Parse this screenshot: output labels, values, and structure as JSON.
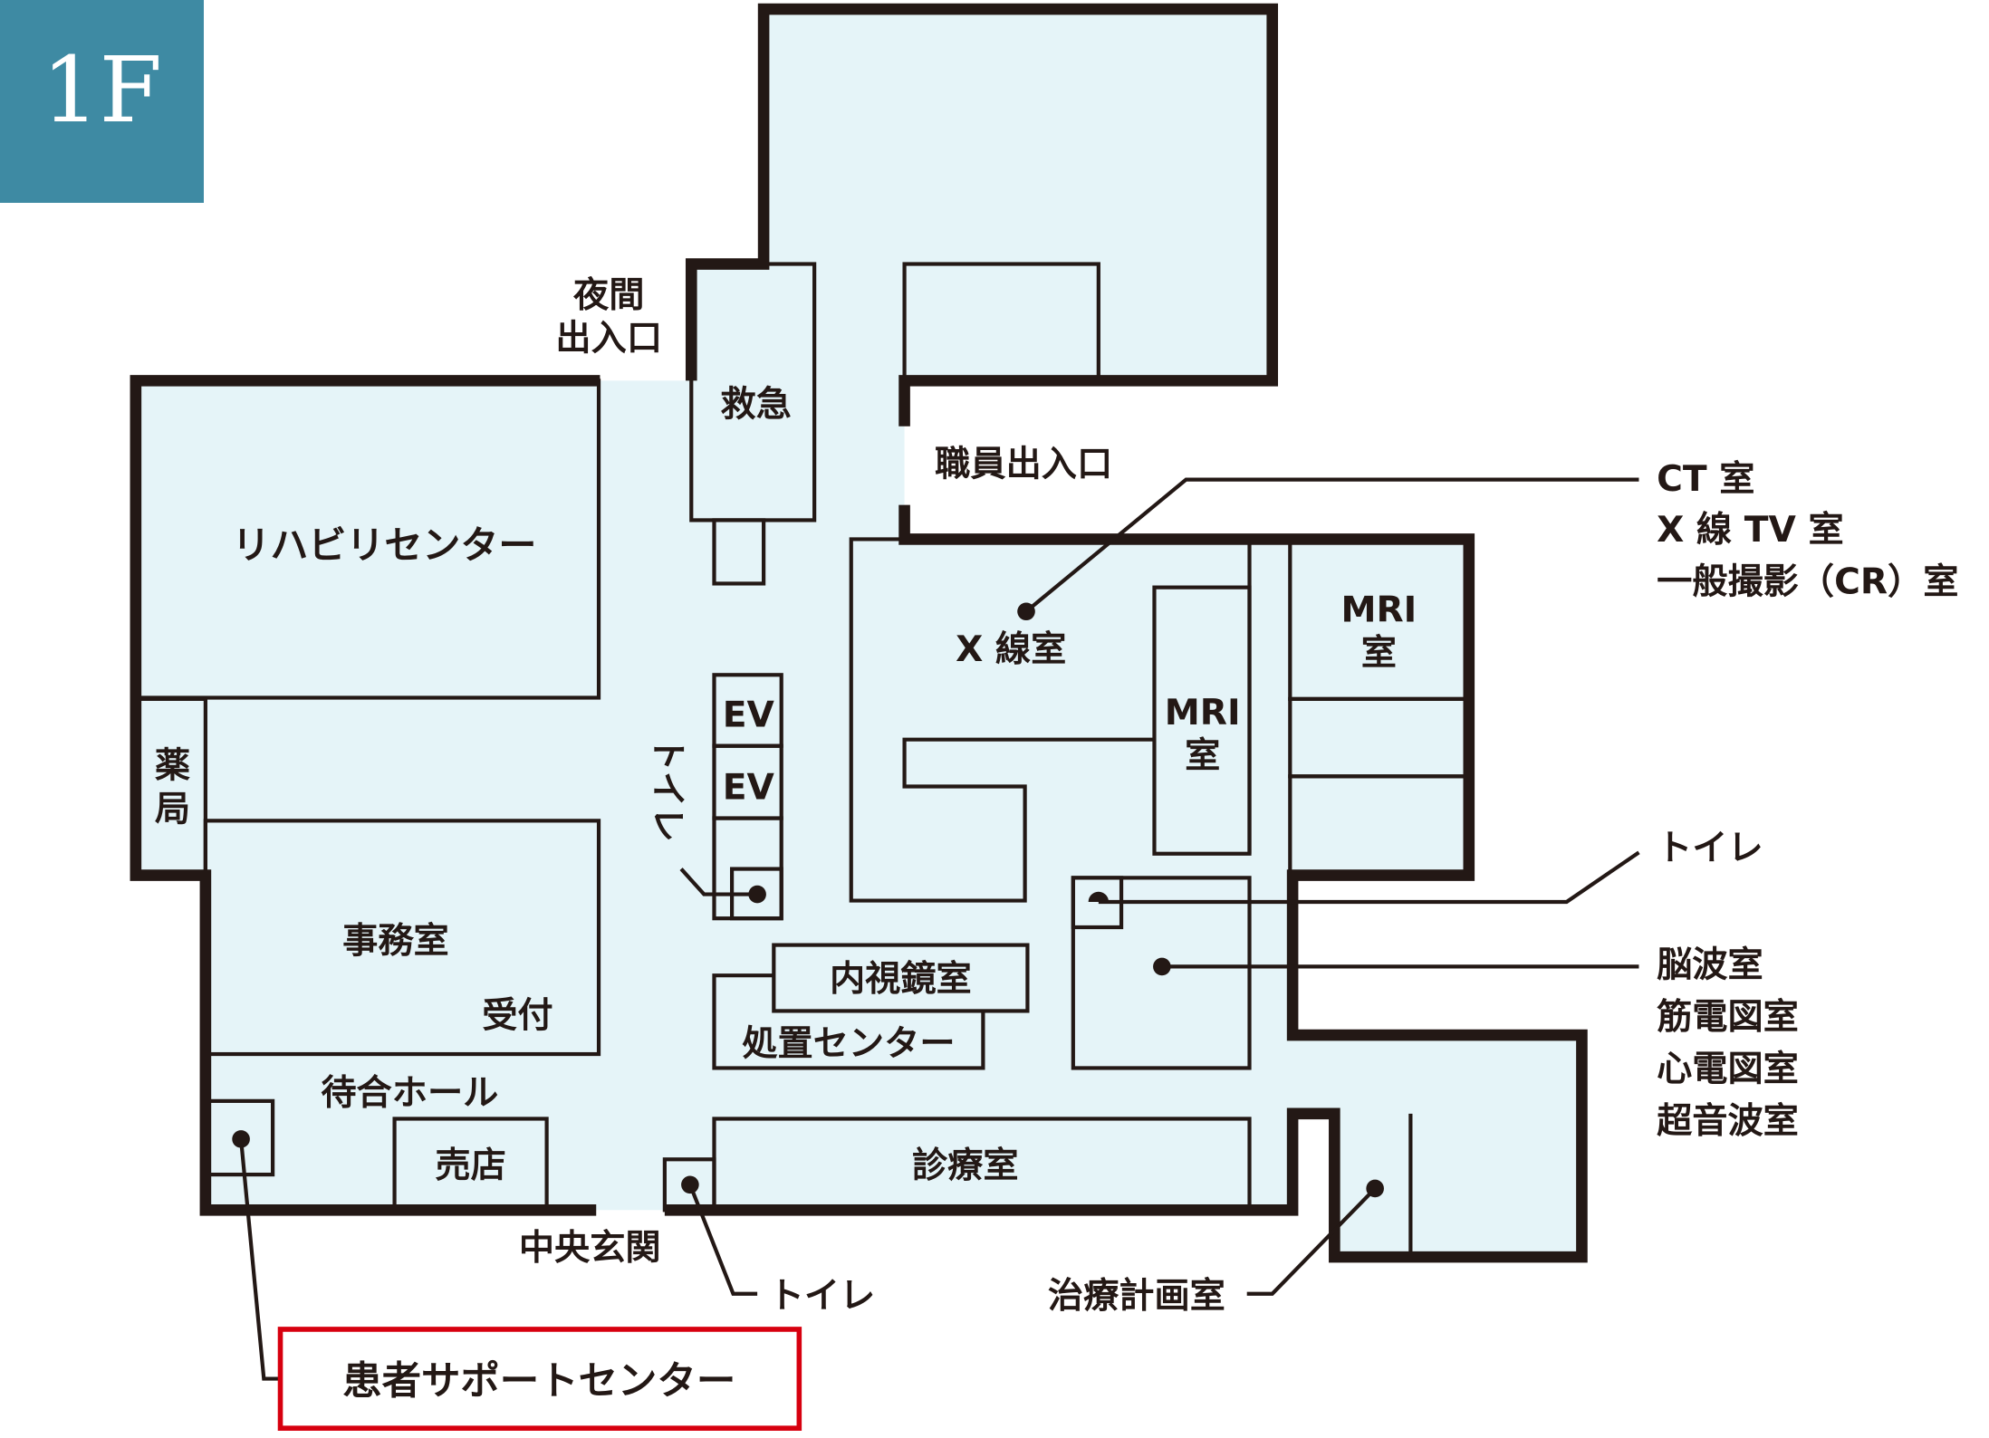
{
  "floor": "1F",
  "colors": {
    "badge": "#3e8aa3",
    "room_fill": "#e5f4f8",
    "wall": "#231815",
    "highlight": "#d7000f"
  },
  "rooms": {
    "night_entrance_1": "夜間",
    "night_entrance_2": "出入口",
    "emergency": "救急",
    "staff_entrance": "職員出入口",
    "rehab_center": "リハビリセンター",
    "pharmacy_1": "薬",
    "pharmacy_2": "局",
    "office": "事務室",
    "reception": "受付",
    "waiting_hall": "待合ホール",
    "shop": "売店",
    "main_entrance": "中央玄関",
    "elevator_1": "EV",
    "elevator_2": "EV",
    "toilet_vertical": "トイレ",
    "xray_room": "X 線室",
    "mri_room_1_l1": "MRI",
    "mri_room_1_l2": "室",
    "mri_room_2_l1": "MRI",
    "mri_room_2_l2": "室",
    "endoscopy": "内視鏡室",
    "treatment_center": "処置センター",
    "consultation": "診療室"
  },
  "callouts": {
    "imaging_1": "CT 室",
    "imaging_2": "X 線 TV 室",
    "imaging_3": "一般撮影（CR）室",
    "toilet_right": "トイレ",
    "physio_1": "脳波室",
    "physio_2": "筋電図室",
    "physio_3": "心電図室",
    "physio_4": "超音波室",
    "toilet_bottom": "トイレ",
    "treatment_planning": "治療計画室",
    "patient_support": "患者サポートセンター"
  }
}
